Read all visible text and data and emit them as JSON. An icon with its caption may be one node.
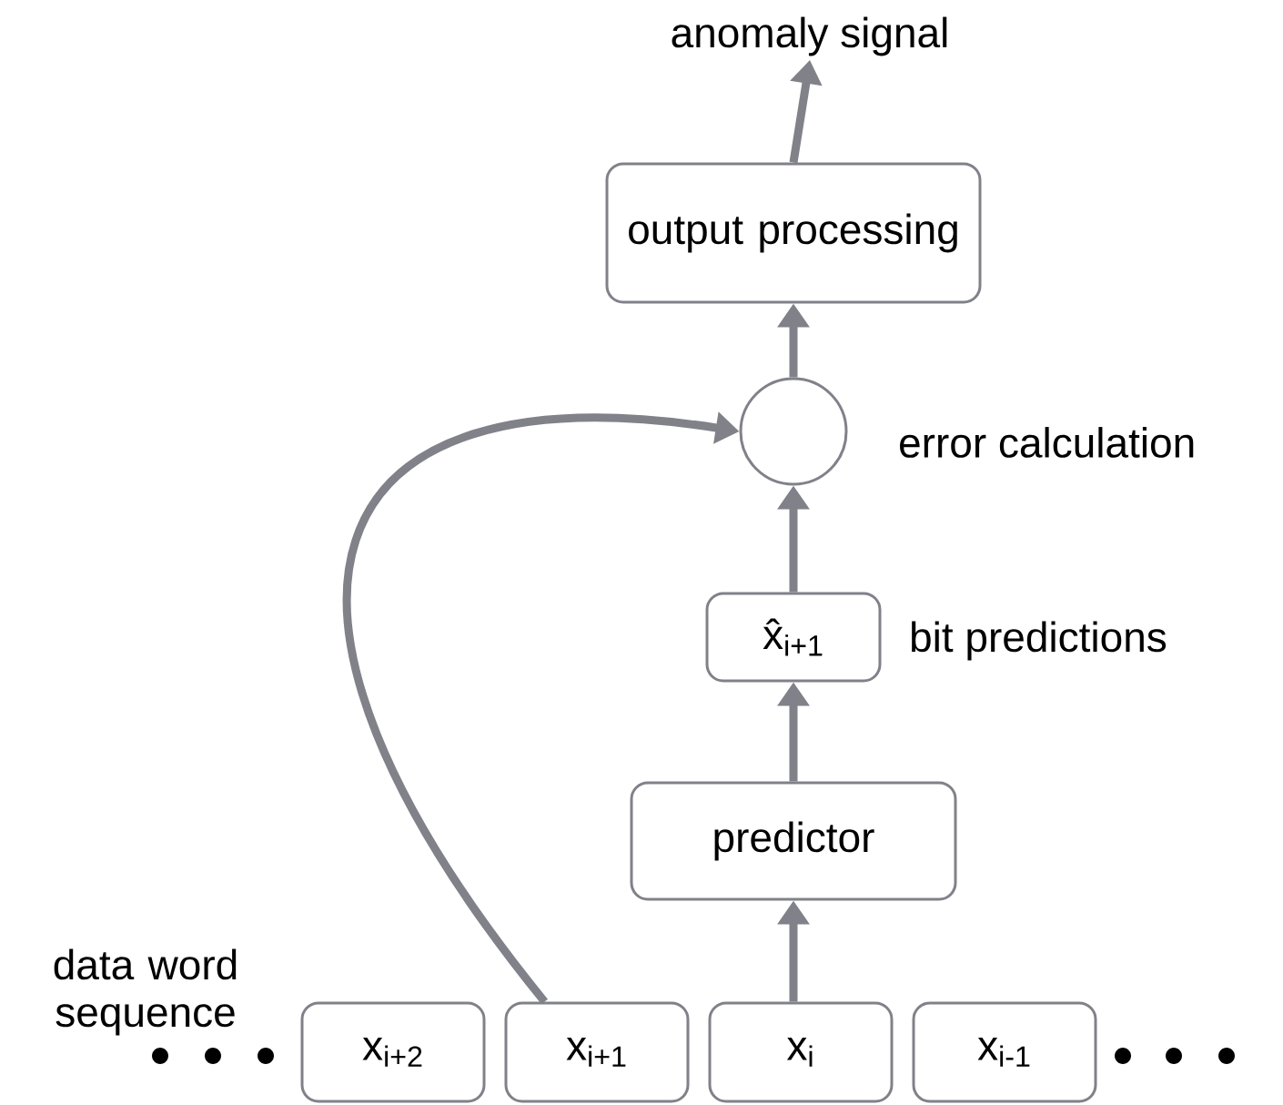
{
  "diagram": {
    "nodes": [
      {
        "text": [
          "anomaly signal"
        ]
      },
      {
        "text": [
          "output processing"
        ]
      },
      {
        "text": [],
        "shape": "circle",
        "beside": [
          "error calculation"
        ]
      },
      {
        "text": [
          "x̂$_{i+1}$"
        ],
        "beside": [
          "bit predictions"
        ]
      },
      {
        "text": [
          "predictor"
        ]
      },
      {
        "text": [
          "x$_{i+2}$"
        ]
      },
      {
        "text": [
          "x$_{i+1}$"
        ]
      },
      {
        "text": [
          "x$_{i}$"
        ]
      },
      {
        "text": [
          "x$_{i-1}$"
        ]
      }
    ],
    "edges": [
      {
        "from": 1,
        "to": 0,
        "arrow": "to"
      },
      {
        "from": 2,
        "to": 1,
        "arrow": "to"
      },
      {
        "from": 3,
        "to": 2,
        "arrow": "to"
      },
      {
        "from": 4,
        "to": 3,
        "arrow": "to"
      },
      {
        "from": 7,
        "to": 4,
        "arrow": "to"
      },
      {
        "from": 6,
        "to": 2,
        "arrow": "to"
      }
    ],
    "labels": [
      "data word sequence"
    ]
  }
}
